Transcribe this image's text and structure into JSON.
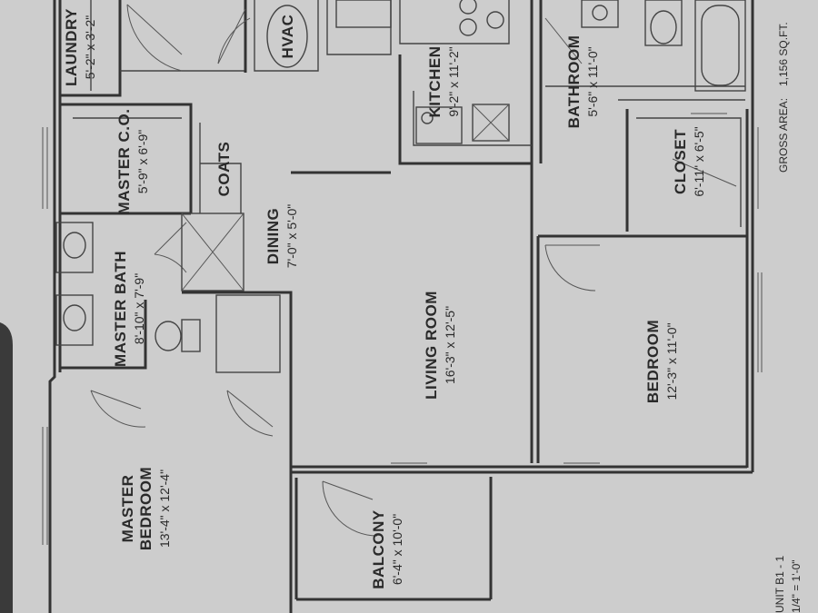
{
  "rooms": {
    "laundry": {
      "name": "LAUNDRY",
      "dims": "5'-2\" x 3'-2\""
    },
    "hvac": {
      "name": "HVAC"
    },
    "kitchen": {
      "name": "KITCHEN",
      "dims": "9'-2\" x 11'-2\""
    },
    "bathroom": {
      "name": "BATHROOM",
      "dims": "5'-6\" x 11'-0\""
    },
    "master_closet": {
      "name": "MASTER C.O.",
      "dims": "5'-9\" x 6'-9\""
    },
    "coats": {
      "name": "COATS"
    },
    "closet": {
      "name": "CLOSET",
      "dims": "6'-11\" x 6'-5\""
    },
    "dining": {
      "name": "DINING",
      "dims": "7'-0\" x 5'-0\""
    },
    "master_bath": {
      "name": "MASTER BATH",
      "dims": "8'-10\" x 7'-9\""
    },
    "living_room": {
      "name": "LIVING ROOM",
      "dims": "16'-3\" x 12'-5\""
    },
    "bedroom": {
      "name": "BEDROOM",
      "dims": "12'-3\" x 11'-0\""
    },
    "master_bedroom": {
      "name_line1": "MASTER",
      "name_line2": "BEDROOM",
      "dims": "13'-4\" x 12'-4\""
    },
    "balcony": {
      "name": "BALCONY",
      "dims": "6'-4\" x 10'-0\""
    }
  },
  "info": {
    "gross_area_label": "GROSS AREA:",
    "gross_area_value": "1,156 SQ.FT.",
    "unit": "UNIT B1 - 1",
    "scale": "1/4\" = 1'-0\""
  }
}
